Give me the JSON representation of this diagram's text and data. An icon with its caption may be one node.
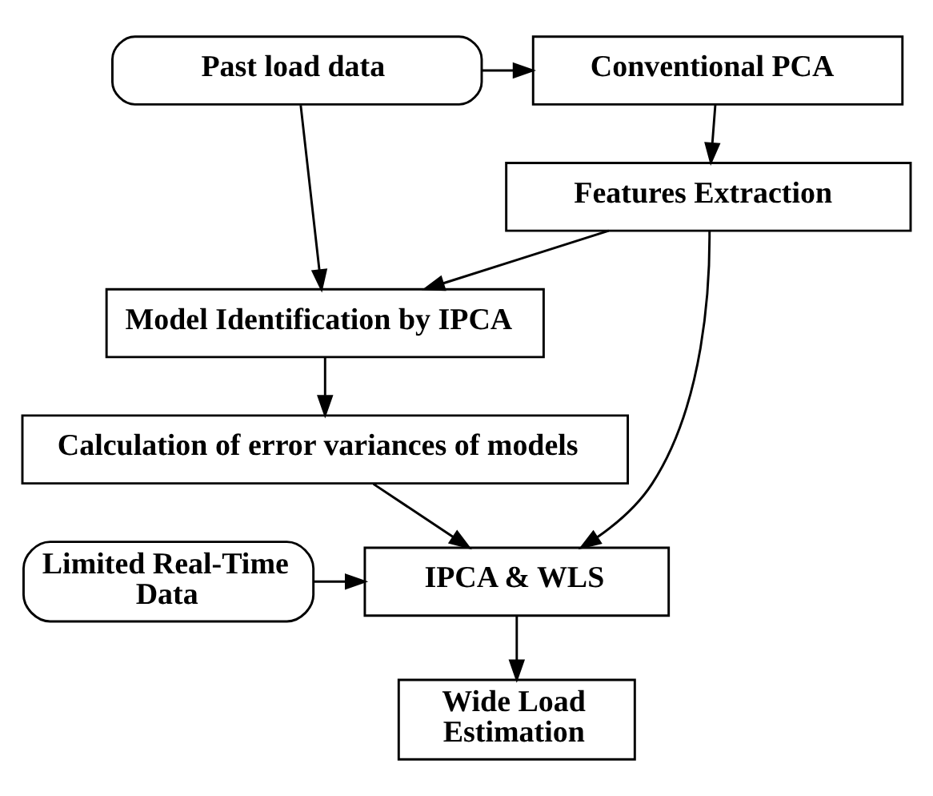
{
  "diagram": {
    "nodes": [
      {
        "text": [
          "Past load data"
        ]
      },
      {
        "text": [
          "Conventional PCA"
        ]
      },
      {
        "text": [
          "Features Extraction"
        ]
      },
      {
        "text": [
          "Model Identification by IPCA"
        ]
      },
      {
        "text": [
          "Calculation of error variances of models"
        ]
      },
      {
        "text": [
          "Limited Real-Time Data"
        ]
      },
      {
        "text": [
          "IPCA & WLS"
        ]
      },
      {
        "text": [
          "Wide Load Estimation"
        ]
      }
    ],
    "edges": [
      {
        "from": 0,
        "to": 1,
        "arrow": "to"
      },
      {
        "from": 1,
        "to": 2,
        "arrow": "to"
      },
      {
        "from": 0,
        "to": 3,
        "arrow": "to"
      },
      {
        "from": 2,
        "to": 3,
        "arrow": "to"
      },
      {
        "from": 3,
        "to": 4,
        "arrow": "to"
      },
      {
        "from": 4,
        "to": 6,
        "arrow": "to"
      },
      {
        "from": 2,
        "to": 6,
        "arrow": "to"
      },
      {
        "from": 5,
        "to": 6,
        "arrow": "to"
      },
      {
        "from": 6,
        "to": 7,
        "arrow": "to"
      }
    ]
  }
}
